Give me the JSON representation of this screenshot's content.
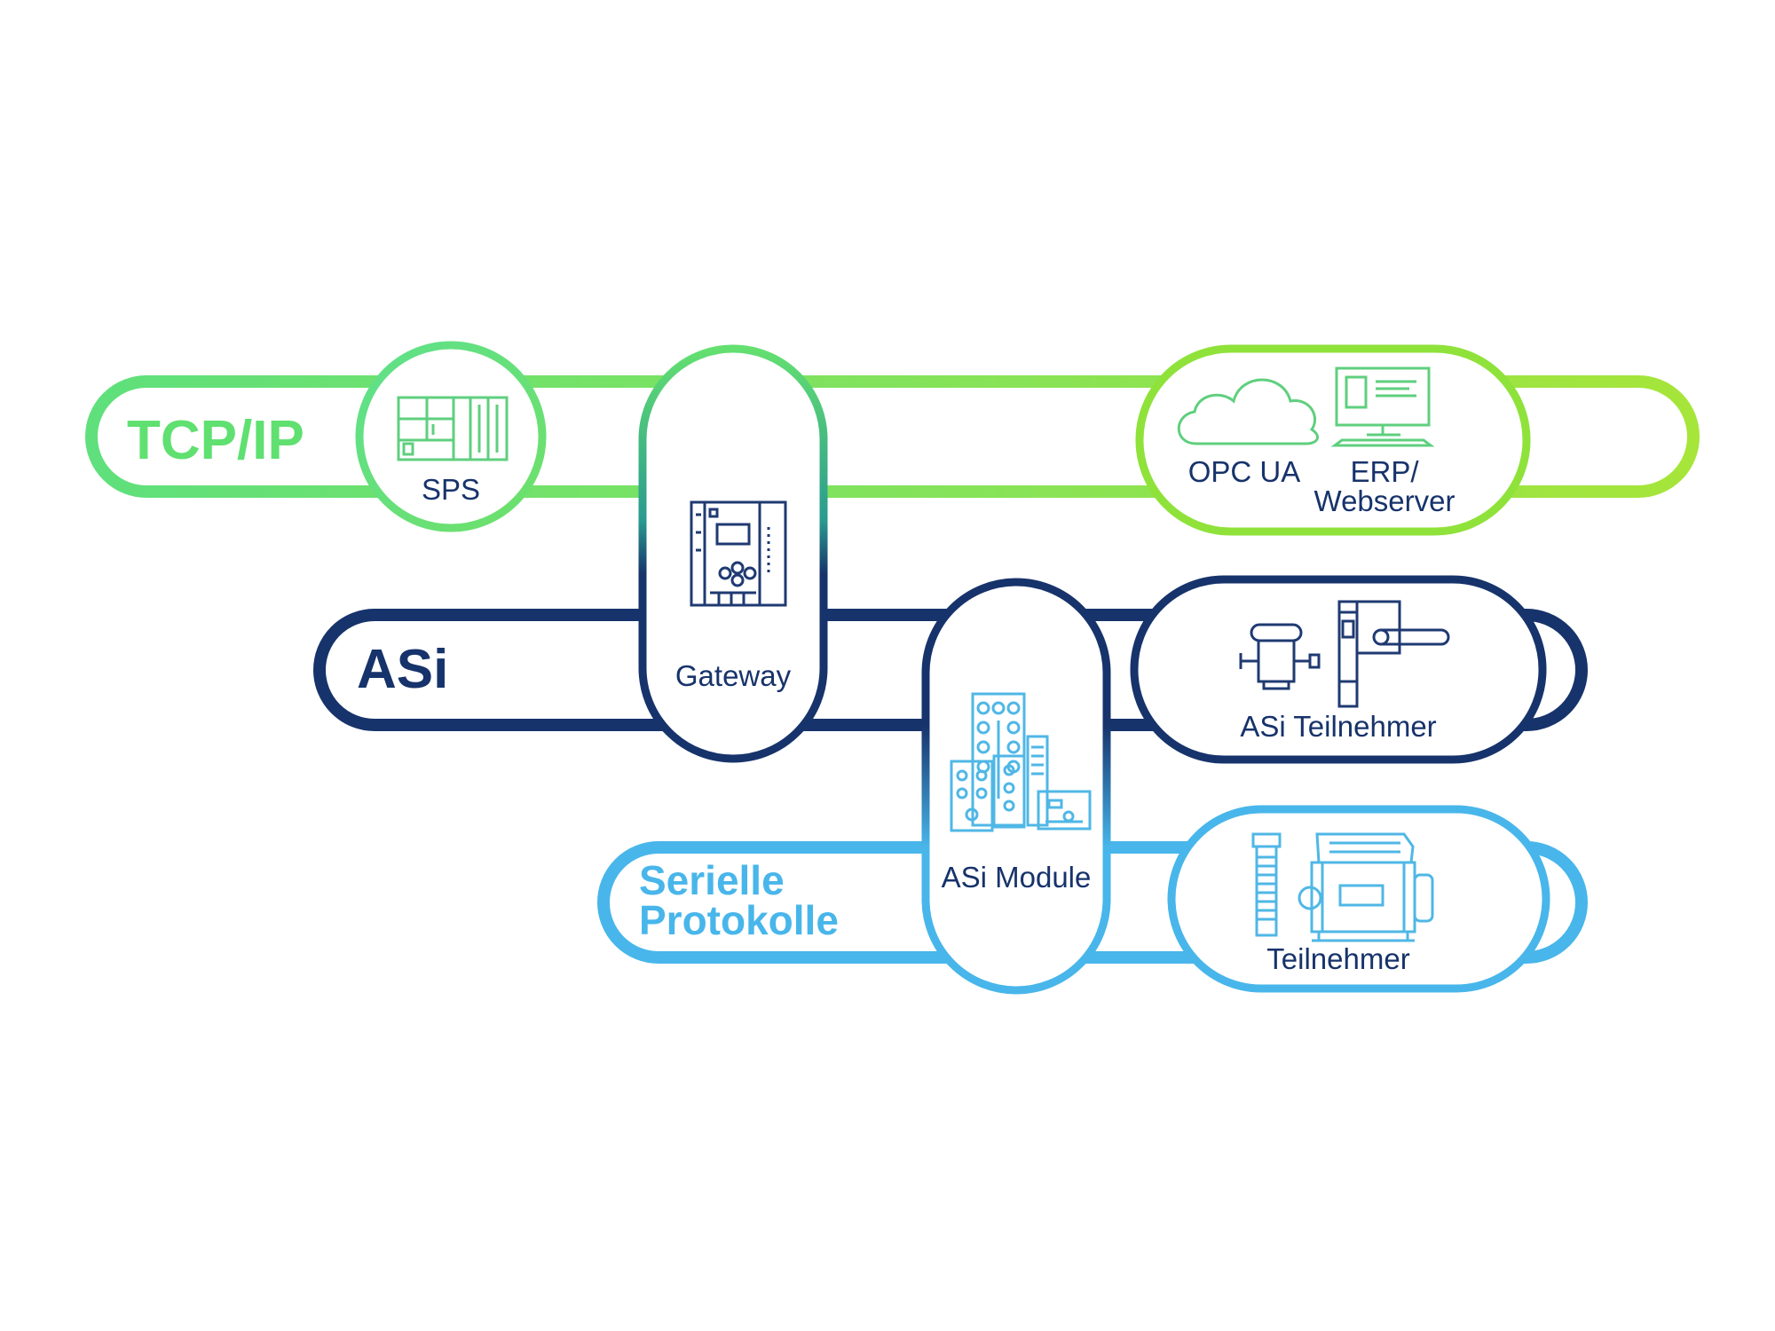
{
  "colors": {
    "tcpip": "#5fe06a",
    "tcpip_end": "#9be23a",
    "asi": "#17336b",
    "serial": "#48b6ea",
    "icon_green": "#5fcf7e",
    "icon_blue": "#1f3a72",
    "icon_light": "#4fb7e6"
  },
  "buses": {
    "tcpip": "TCP/IP",
    "asi": "ASi",
    "serial_line1": "Serielle",
    "serial_line2": "Protokolle"
  },
  "nodes": {
    "sps": "SPS",
    "gateway": "Gateway",
    "opc_ua": "OPC UA",
    "erp_line1": "ERP/",
    "erp_line2": "Webserver",
    "asi_teilnehmer": "ASi Teilnehmer",
    "asi_module": "ASi Module",
    "teilnehmer": "Teilnehmer"
  },
  "icons": {
    "sps": "plc-rack-icon",
    "gateway": "gateway-device-icon",
    "opc_ua": "cloud-icon",
    "erp": "computer-monitor-icon",
    "asi_sensor": "valve-sensor-icon",
    "asi_door": "door-lock-switch-icon",
    "asi_modules": "io-module-stack-icon",
    "sensor_cylinder": "cylindrical-sensor-icon",
    "motor": "electric-motor-icon"
  }
}
